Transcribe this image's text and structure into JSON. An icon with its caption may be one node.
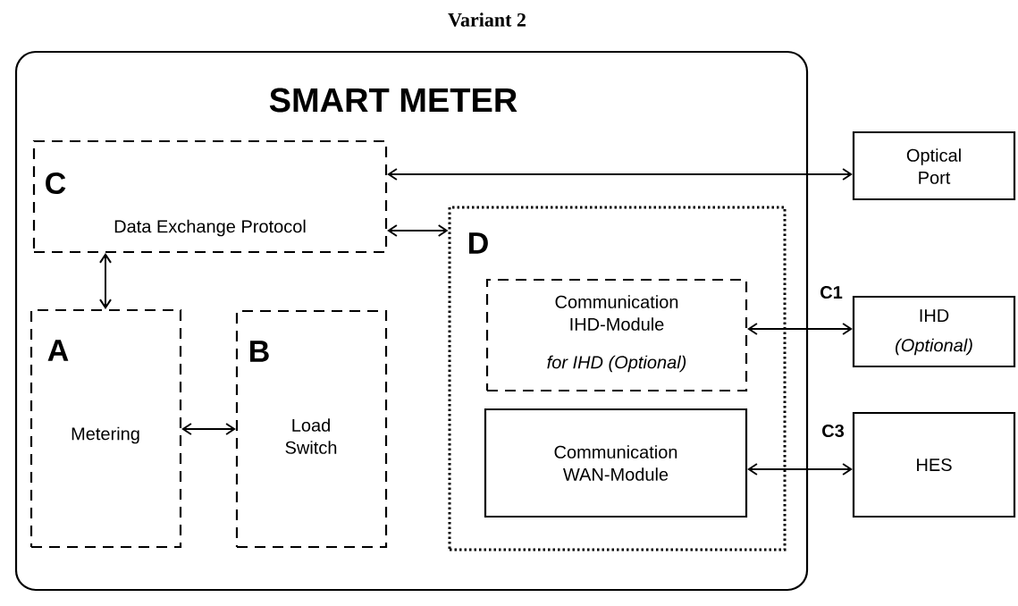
{
  "diagram": {
    "title": "Variant 2",
    "nodes": [
      {
        "text": [
          "SMART METER"
        ]
      },
      {
        "text": [
          "C",
          "Data Exchange Protocol"
        ],
        "in": 0
      },
      {
        "text": [
          "A",
          "Metering"
        ],
        "in": 0
      },
      {
        "text": [
          "B",
          "Load Switch"
        ],
        "in": 0
      },
      {
        "text": [
          "D"
        ],
        "in": 0
      },
      {
        "text": [
          "Communication IHD-Module",
          "for IHD (Optional)"
        ],
        "in": 4
      },
      {
        "text": [
          "Communication WAN-Module"
        ],
        "in": 4
      },
      {
        "text": [
          "Optical Port"
        ]
      },
      {
        "text": [
          "IHD",
          "(Optional)"
        ]
      },
      {
        "text": [
          "HES"
        ]
      }
    ],
    "edges": [
      {
        "from": 1,
        "to": 7,
        "arrow": "both"
      },
      {
        "from": 1,
        "to": 4,
        "arrow": "both"
      },
      {
        "from": 1,
        "to": 2,
        "arrow": "both"
      },
      {
        "from": 2,
        "to": 3,
        "arrow": "both"
      },
      {
        "from": 5,
        "to": 8,
        "arrow": "both",
        "label": "C1"
      },
      {
        "from": 6,
        "to": 9,
        "arrow": "both",
        "label": "C3"
      }
    ]
  }
}
